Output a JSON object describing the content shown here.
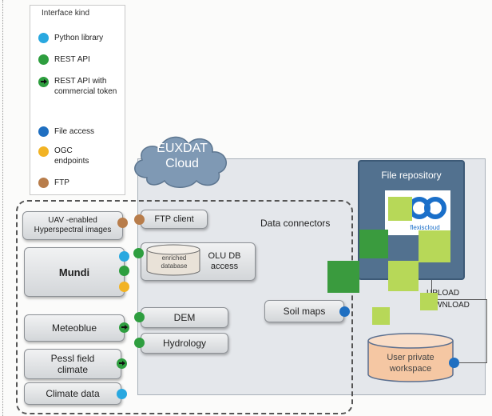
{
  "legend": {
    "title": "Interface kind",
    "items": [
      {
        "label": "Python library",
        "kind": "python",
        "color": "#29a8e0"
      },
      {
        "label": "REST API",
        "kind": "rest",
        "color": "#2e9e3f"
      },
      {
        "label": "REST API with commercial token",
        "kind": "rest-token",
        "color": "#2e9e3f"
      },
      {
        "label": "File access",
        "kind": "file",
        "color": "#1f6fc1"
      },
      {
        "label": "OGC endpoints",
        "kind": "ogc",
        "color": "#f2b324"
      },
      {
        "label": "FTP",
        "kind": "ftp",
        "color": "#b87d4b"
      }
    ]
  },
  "cloud": {
    "line1": "EUXDAT",
    "line2": "Cloud"
  },
  "data_connectors_label": "Data connectors",
  "sources": {
    "uav": "UAV -enabled Hyperspectral images",
    "mundi": "Mundi",
    "meteoblue": "Meteoblue",
    "pessl": "Pessl field climate",
    "climate": "Climate data"
  },
  "connectors": {
    "ftp_client": "FTP client",
    "olu": "OLU DB access",
    "olu_db": "enriched database",
    "dem": "DEM",
    "hydrology": "Hydrology",
    "soil_maps": "Soil maps"
  },
  "repository": {
    "title": "File repository",
    "brand": "flexiscloud"
  },
  "upload_label": "UPLOAD",
  "download_label": "WNLOAD",
  "workspace": "User private workspace"
}
